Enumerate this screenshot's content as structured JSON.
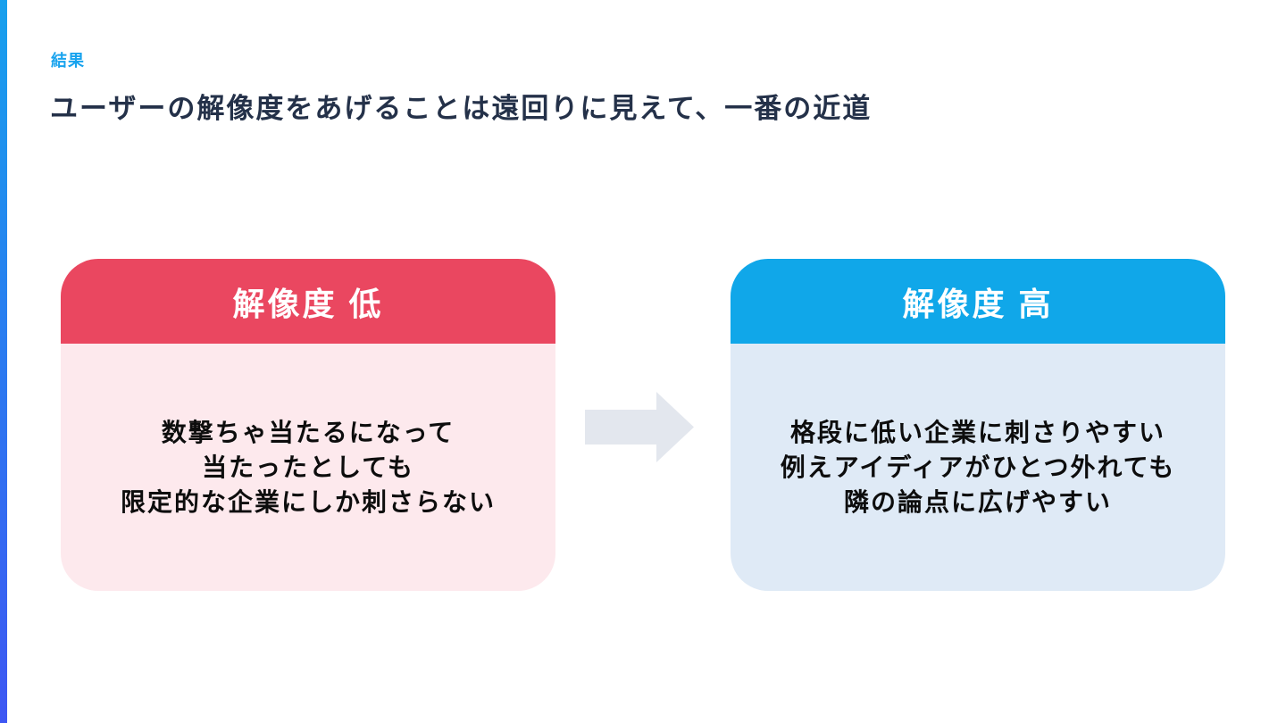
{
  "slide": {
    "kicker": "結果",
    "title": "ユーザーの解像度をあげることは遠回りに見えて、一番の近道"
  },
  "cards": [
    {
      "id": "low-resolution",
      "header": "解像度 低",
      "lines": [
        "数撃ちゃ当たるになって",
        "当たったとしても",
        "限定的な企業にしか刺さらない"
      ],
      "header_color": "#ea4760",
      "body_color": "#fde9ed"
    },
    {
      "id": "high-resolution",
      "header": "解像度 高",
      "lines": [
        "格段に低い企業に刺さりやすい",
        "例えアイディアがひとつ外れても",
        "隣の論点に広げやすい"
      ],
      "header_color": "#10a7e9",
      "body_color": "#dfeaf6"
    }
  ],
  "icons": {
    "arrow": "right-arrow"
  },
  "colors": {
    "background": "#ffffff",
    "accent_bar_top": "#17a0ed",
    "accent_bar_bottom": "#3e57f3",
    "kicker": "#18a3ee",
    "title": "#243149",
    "arrow": "#e3e7ee",
    "body_text": "#0d0d0d",
    "header_text": "#ffffff"
  }
}
